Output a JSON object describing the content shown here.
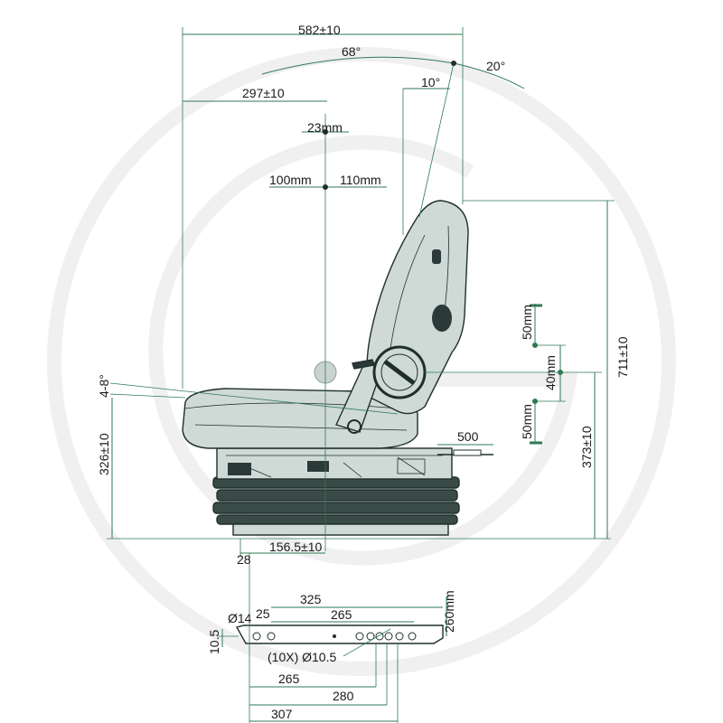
{
  "palette": {
    "dimension_line": "#2f7a55",
    "seat_fill": "#cfd9d5",
    "seat_dark": "#2b3a38",
    "watermark": "#f0f0f0"
  },
  "dimensions": {
    "overall_depth": "582±10",
    "backrest_adjust_angle": "68°",
    "backrest_forward_angle": "20°",
    "backrest_rear_angle": "10°",
    "seat_to_back_depth": "297±10",
    "lumbar_adjust": "23mm",
    "fore_aft_front": "100mm",
    "fore_aft_rear": "110mm",
    "seat_tilt": "4-8°",
    "seat_height": "326±10",
    "overall_height": "711±10",
    "armrest_height": "373±10",
    "suspension_up": "50mm",
    "suspension_mid": "40mm",
    "suspension_down": "50mm",
    "lever_length": "500",
    "base_offset": "156.5±10",
    "base_edge": "28"
  },
  "base_plate": {
    "total_width": "325",
    "inner_spacing": "265",
    "hole_diameter": "Ø14",
    "edge_offset": "25",
    "plate_depth": "260mm",
    "plate_thickness": "10.5",
    "holes_note": "(10X) Ø10.5",
    "spacing_1": "265",
    "spacing_2": "280",
    "spacing_3": "307"
  }
}
